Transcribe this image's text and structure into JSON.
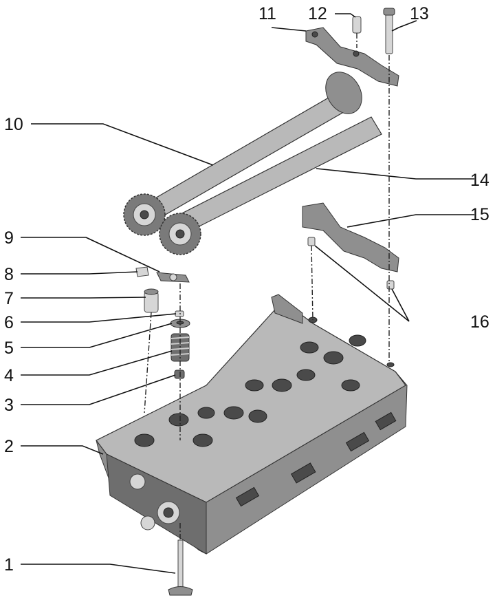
{
  "callouts": [
    "1",
    "2",
    "3",
    "4",
    "5",
    "6",
    "7",
    "8",
    "9",
    "10",
    "11",
    "12",
    "13",
    "14",
    "15",
    "16"
  ],
  "parts": {
    "cylinder_head": "cylinder-head",
    "valve": "valve",
    "valve_stem_seal": "valve-stem-seal",
    "valve_spring": "valve-spring",
    "spring_plate": "spring-plate",
    "valve_cotters": "valve-cotters",
    "hydraulic_lifter": "hydraulic-lifter",
    "clip": "clip",
    "roller_rocker": "roller-rocker",
    "exhaust_camshaft": "camshaft-upper",
    "intake_camshaft": "camshaft-lower",
    "bearing_cap_front": "bearing-cap-11",
    "bearing_cap_rear": "bearing-cap-15",
    "dowel_sleeve": "dowel-sleeve",
    "bolt": "bolt"
  }
}
